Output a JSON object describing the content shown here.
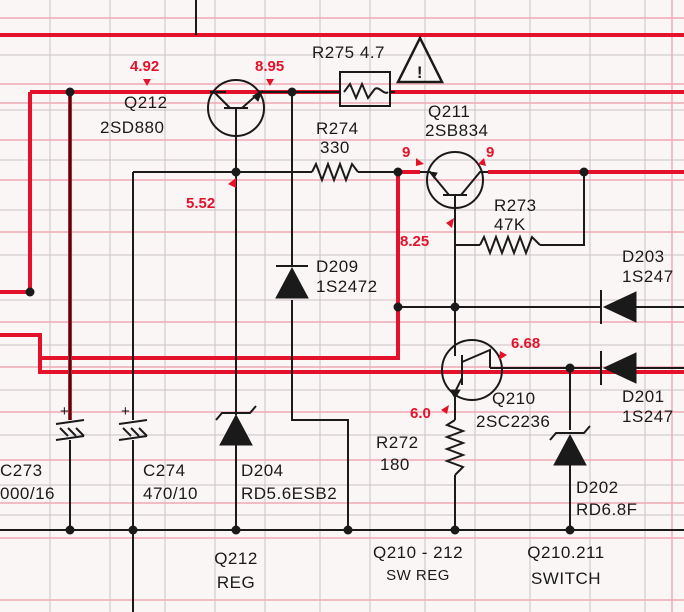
{
  "components": {
    "q212": {
      "ref": "Q212",
      "part": "2SD880"
    },
    "q211": {
      "ref": "Q211",
      "part": "2SB834"
    },
    "q210": {
      "ref": "Q210",
      "part": "2SC2236"
    },
    "r275": {
      "label": "R275 4.7"
    },
    "r274": {
      "ref": "R274",
      "value": "330"
    },
    "r273": {
      "ref": "R273",
      "value": "47K"
    },
    "r272": {
      "ref": "R272",
      "value": "180"
    },
    "d209": {
      "ref": "D209",
      "part": "1S2472"
    },
    "d204": {
      "ref": "D204",
      "part": "RD5.6ESB2"
    },
    "d202": {
      "ref": "D202",
      "part": "RD6.8F"
    },
    "d203": {
      "ref": "D203",
      "part": "1S247"
    },
    "d201": {
      "ref": "D201",
      "part": "1S247"
    },
    "c273": {
      "ref": "C273",
      "value": "000/16"
    },
    "c274": {
      "ref": "C274",
      "value": "470/10"
    },
    "caution_mark": "!"
  },
  "voltages": {
    "q212_base": "4.92",
    "q212_collector": "8.95",
    "q212_emitter": "5.52",
    "q211_left": "9",
    "q211_right": "9",
    "q211_base": "8.25",
    "q210_collector": "6.68",
    "q210_emitter": "6.0"
  },
  "captions": {
    "q212_reg_line1": "Q212",
    "q212_reg_line2": "REG",
    "sw_reg_line1": "Q210 - 212",
    "sw_reg_line2": "SW REG",
    "switch_line1": "Q210.211",
    "switch_line2": "SWITCH"
  },
  "colors": {
    "supply_line": "#e3122a",
    "voltage_text": "#e3122a",
    "ink": "#1a1a1a",
    "paper": "#fbf6f6"
  }
}
